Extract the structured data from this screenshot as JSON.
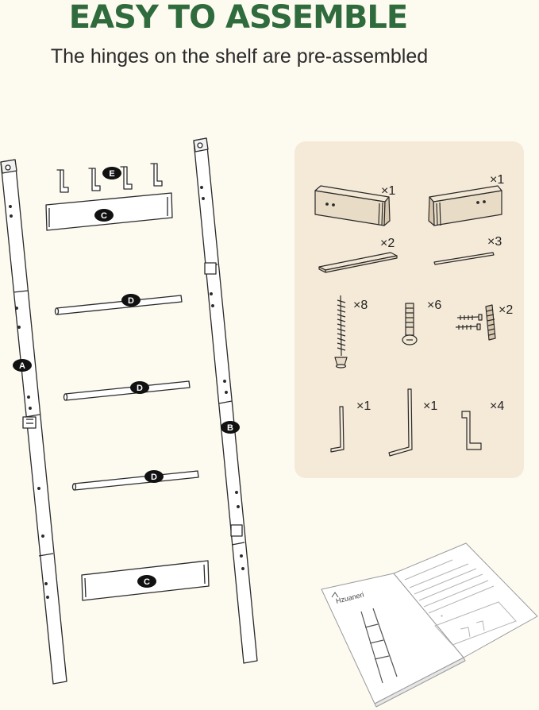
{
  "header": {
    "title": "EASY TO ASSEMBLE",
    "subtitle": "The hinges on the shelf are pre-assembled"
  },
  "part_labels": {
    "a": "A",
    "b": "B",
    "c": "C",
    "d": "D",
    "e": "E"
  },
  "parts_panel": {
    "quantities": {
      "end_block_left": "×1",
      "end_block_right": "×1",
      "shelf_board": "×2",
      "rod": "×3",
      "long_screw": "×8",
      "bolt": "×6",
      "wall_screw": "×2",
      "hex_key_small": "×1",
      "hex_key_large": "×1",
      "hook": "×4"
    }
  },
  "manual": {
    "brand": "Hzuaneri"
  },
  "colors": {
    "background": "#fdfaf0",
    "title": "#2f6b3c",
    "panel": "#f5ead8",
    "line": "#2a2a2a"
  }
}
